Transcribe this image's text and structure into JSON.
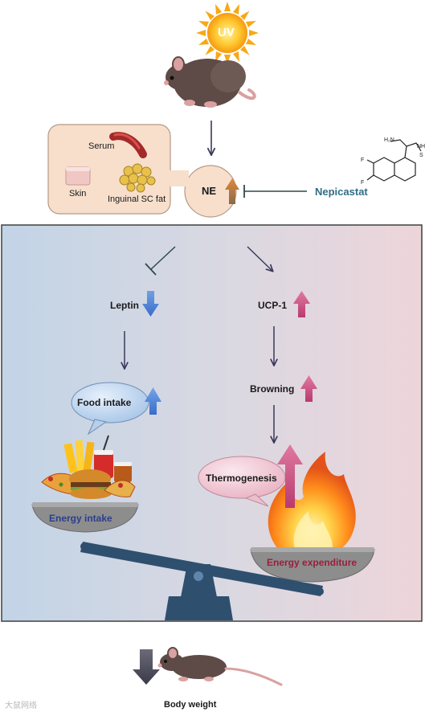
{
  "top": {
    "sun_label": "UV",
    "serum_label": "Serum",
    "skin_label": "Skin",
    "fat_label": "Inguinal SC fat",
    "ne_label": "NE",
    "inhibitor_label": "Nepicastat"
  },
  "left_pathway": {
    "leptin_label": "Leptin",
    "food_intake_label": "Food intake",
    "energy_intake_label": "Energy intake"
  },
  "right_pathway": {
    "ucp1_label": "UCP-1",
    "browning_label": "Browning",
    "thermogenesis_label": "Thermogenesis",
    "energy_expenditure_label": "Energy expenditure"
  },
  "bottom": {
    "body_weight_label": "Body weight",
    "watermark_text": "大鼠网络"
  },
  "colors": {
    "panel_left": "#c4d5e6",
    "panel_right": "#ecd6db",
    "tissue_box": "#f7dfcc",
    "down_arrow": "#4f7fd3",
    "up_arrow_pink": "#c8487a",
    "up_arrow_orange": "#c8874a",
    "inhibitor_text": "#2f6d86",
    "energy_intake_text": "#2c3e8c",
    "energy_expenditure_text": "#9a1f3c",
    "scale": "#2f4f6f",
    "pan": "#8c8c8c"
  }
}
